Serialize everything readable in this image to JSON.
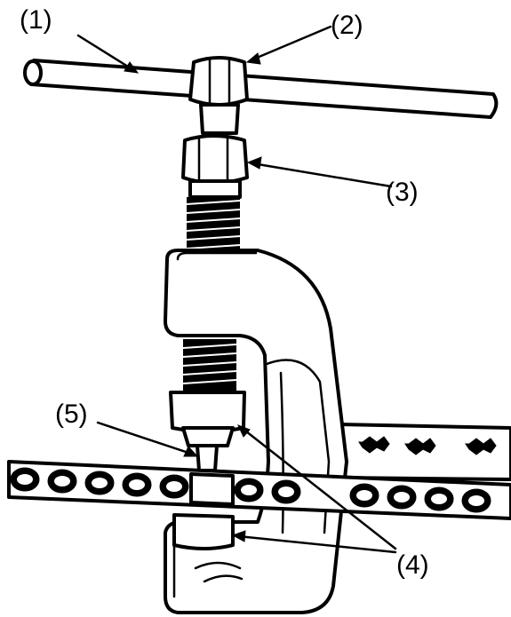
{
  "diagram": {
    "labels": {
      "l1": "(1)",
      "l2": "(2)",
      "l3": "(3)",
      "l4": "(4)",
      "l5": "(5)"
    }
  },
  "colors": {
    "ink": "#000000",
    "paper": "#ffffff"
  }
}
